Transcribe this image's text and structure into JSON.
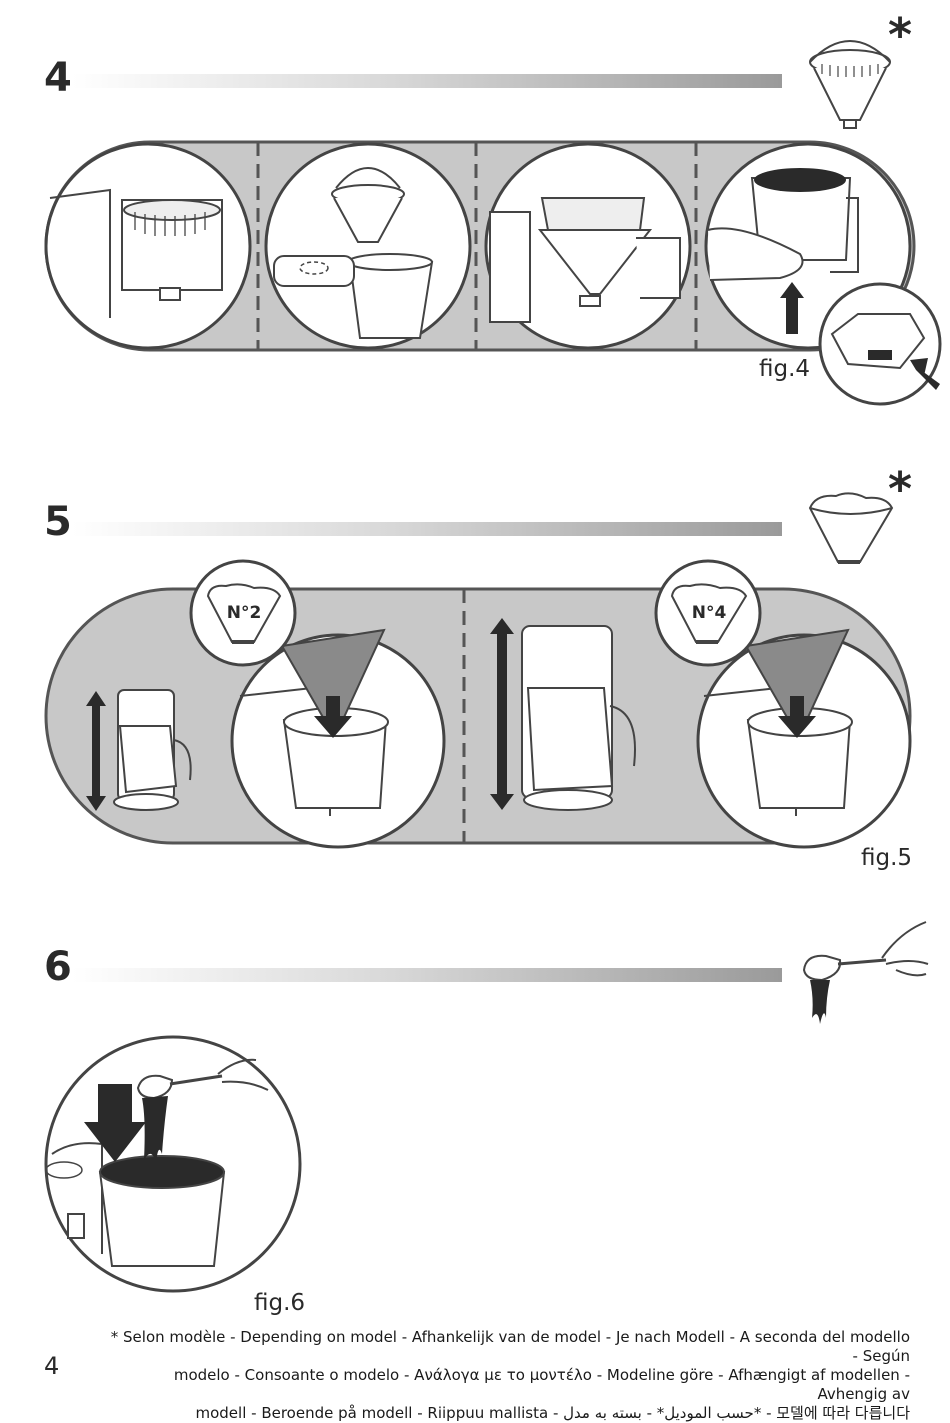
{
  "steps": [
    {
      "number": "4",
      "figure_label": "fig.4",
      "asterisk": "*"
    },
    {
      "number": "5",
      "figure_label": "fig.5",
      "asterisk": "*",
      "filter_sizes": [
        "N°2",
        "N°4"
      ]
    },
    {
      "number": "6",
      "figure_label": "fig.6"
    }
  ],
  "footnote": {
    "lines": [
      "* Selon modèle - Depending on model - Afhankelijk van de model - Je nach Modell - A seconda del modello - Según",
      "modelo - Consoante o modelo - Ανάλογα με το μοντέλο - Modeline göre - Afhængigt af modellen - Avhengig av",
      "modell  - Beroende på modell - Riippuu mallista - حسب الموديل* - بسته به مدل* - 모델에 따라 다릅니다"
    ]
  },
  "page_number": "4",
  "colors": {
    "panel_gray": "#c8c8c8",
    "line_dark": "#444444",
    "circle_bg": "#ffffff"
  }
}
